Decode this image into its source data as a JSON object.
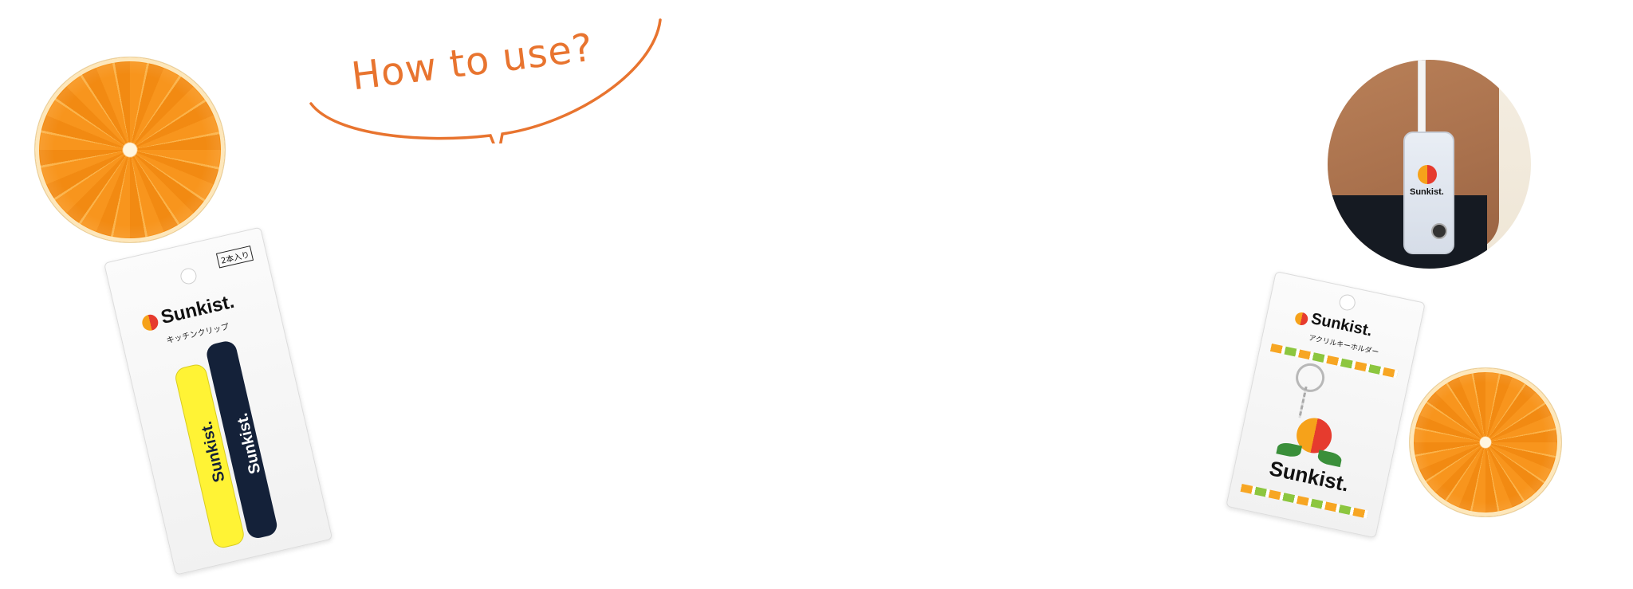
{
  "heading": {
    "text": "How to use?",
    "color": "#E8742F"
  },
  "left_package": {
    "badge": "2本入り",
    "brand": "Sunkist.",
    "product_name": "キッチンクリップ",
    "clip_yellow_text": "Sunkist.",
    "clip_navy_text": "Sunkist."
  },
  "right_package": {
    "brand": "Sunkist.",
    "product_name": "アクリルキーホルダー",
    "keychain_brand": "Sunkist."
  },
  "photo": {
    "phone_brand": "Sunkist."
  },
  "colors": {
    "orange": "#F7931E",
    "clip_yellow": "#FFF335",
    "clip_navy": "#142139",
    "sunkist_red": "#E63B2E",
    "sunkist_green": "#3A8F3A"
  }
}
